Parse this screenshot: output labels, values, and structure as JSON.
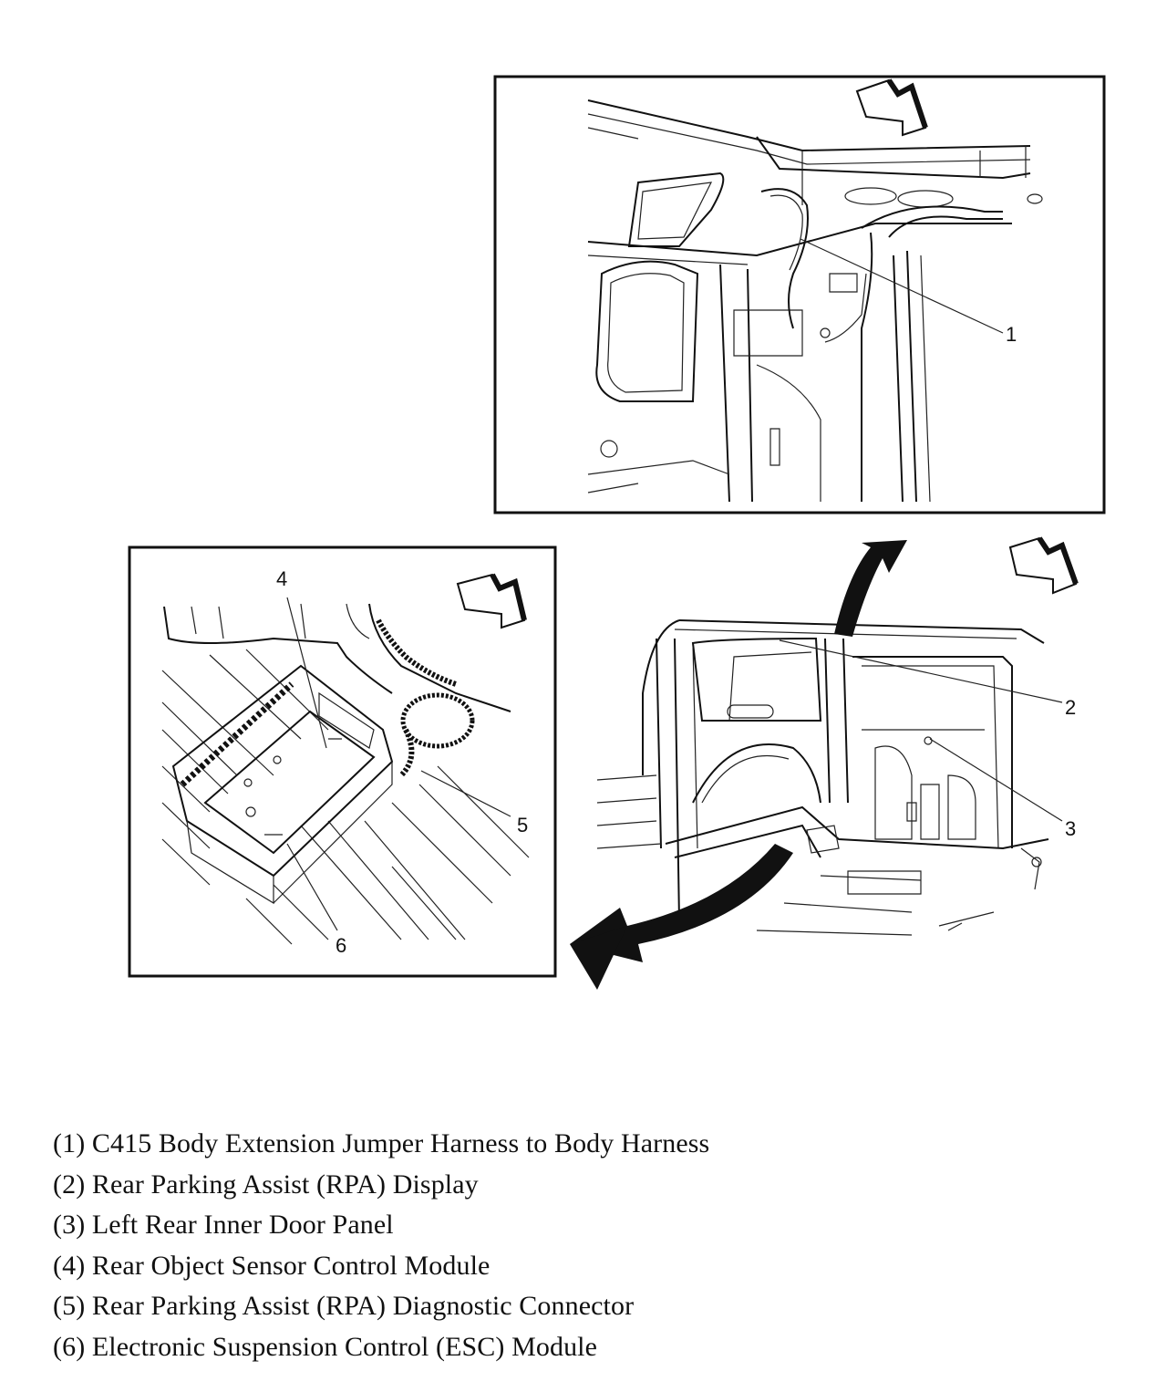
{
  "callouts": [
    "1",
    "2",
    "3",
    "4",
    "5",
    "6"
  ],
  "legend": [
    "(1) C415 Body Extension Jumper Harness to Body Harness",
    "(2) Rear Parking Assist (RPA) Display",
    "(3) Left Rear Inner Door Panel",
    "(4) Rear Object Sensor Control Module",
    "(5) Rear Parking Assist (RPA) Diagnostic Connector",
    "(6) Electronic Suspension Control (ESC) Module"
  ],
  "icons": {
    "direction_arrows": "forward-direction-arrow-icon",
    "view_arrows": "curved-view-arrow-icon"
  }
}
